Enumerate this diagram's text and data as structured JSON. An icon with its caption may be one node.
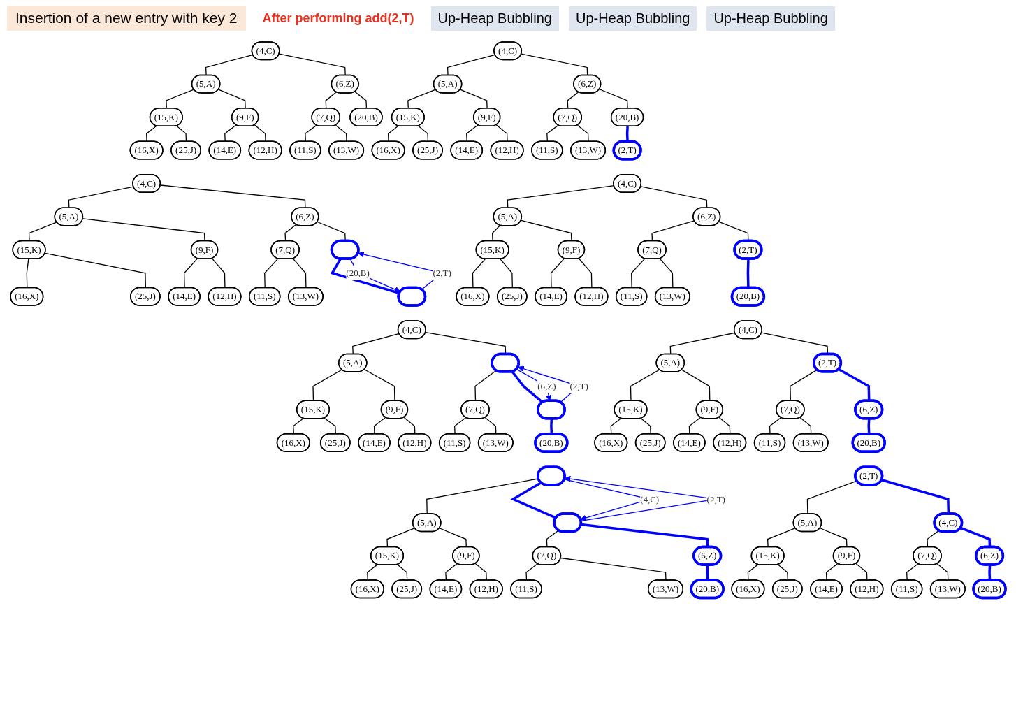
{
  "diagram": {
    "title": "Insertion of a new entry with key 2",
    "nodes": [
      {
        "text": [
          "(4,C)"
        ]
      },
      {
        "text": [
          "(5,A)"
        ]
      },
      {
        "text": [
          "(6,Z)"
        ]
      },
      {
        "text": [
          "(15,K)"
        ]
      },
      {
        "text": [
          "(9,F)"
        ]
      },
      {
        "text": [
          "(7,Q)"
        ]
      },
      {
        "text": [
          "(20,B)"
        ]
      },
      {
        "text": [
          "(16,X)"
        ]
      },
      {
        "text": [
          "(25,J)"
        ]
      },
      {
        "text": [
          "(14,E)"
        ]
      },
      {
        "text": [
          "(12,H)"
        ]
      },
      {
        "text": [
          "(11,S)"
        ]
      },
      {
        "text": [
          "(13,W)"
        ]
      },
      {
        "text": [
          "(4,C)"
        ]
      },
      {
        "text": [
          "(5,A)"
        ]
      },
      {
        "text": [
          "(6,Z)"
        ]
      },
      {
        "text": [
          "(15,K)"
        ]
      },
      {
        "text": [
          "(9,F)"
        ]
      },
      {
        "text": [
          "(7,Q)"
        ]
      },
      {
        "text": [
          "(20,B)"
        ]
      },
      {
        "text": [
          "(16,X)"
        ]
      },
      {
        "text": [
          "(25,J)"
        ]
      },
      {
        "text": [
          "(14,E)"
        ]
      },
      {
        "text": [
          "(12,H)"
        ]
      },
      {
        "text": [
          "(11,S)"
        ]
      },
      {
        "text": [
          "(13,W)"
        ]
      },
      {
        "text": [
          "(2,T)"
        ]
      },
      {
        "text": [
          "(4,C)"
        ]
      },
      {
        "text": [
          "(5,A)"
        ]
      },
      {
        "text": [
          "(6,Z)"
        ]
      },
      {
        "text": [
          "(15,K)"
        ]
      },
      {
        "text": [
          "(9,F)"
        ]
      },
      {
        "text": [
          "(7,Q)"
        ]
      },
      {
        "text": [],
        "shape": "ellipse"
      },
      {
        "text": [
          "(16,X)"
        ]
      },
      {
        "text": [
          "(25,J)"
        ]
      },
      {
        "text": [
          "(14,E)"
        ]
      },
      {
        "text": [
          "(12,H)"
        ]
      },
      {
        "text": [
          "(11,S)"
        ]
      },
      {
        "text": [
          "(13,W)"
        ]
      },
      {
        "text": [],
        "shape": "ellipse"
      },
      {
        "text": [
          "(4,C)"
        ]
      },
      {
        "text": [
          "(5,A)"
        ]
      },
      {
        "text": [
          "(6,Z)"
        ]
      },
      {
        "text": [
          "(15,K)"
        ]
      },
      {
        "text": [
          "(9,F)"
        ]
      },
      {
        "text": [
          "(7,Q)"
        ]
      },
      {
        "text": [
          "(2,T)"
        ]
      },
      {
        "text": [
          "(16,X)"
        ]
      },
      {
        "text": [
          "(25,J)"
        ]
      },
      {
        "text": [
          "(14,E)"
        ]
      },
      {
        "text": [
          "(12,H)"
        ]
      },
      {
        "text": [
          "(11,S)"
        ]
      },
      {
        "text": [
          "(13,W)"
        ]
      },
      {
        "text": [
          "(20,B)"
        ]
      },
      {
        "text": [
          "(4,C)"
        ]
      },
      {
        "text": [
          "(5,A)"
        ]
      },
      {
        "text": [],
        "shape": "ellipse"
      },
      {
        "text": [
          "(15,K)"
        ]
      },
      {
        "text": [
          "(9,F)"
        ]
      },
      {
        "text": [
          "(7,Q)"
        ]
      },
      {
        "text": [],
        "shape": "ellipse"
      },
      {
        "text": [
          "(16,X)"
        ]
      },
      {
        "text": [
          "(25,J)"
        ]
      },
      {
        "text": [
          "(14,E)"
        ]
      },
      {
        "text": [
          "(12,H)"
        ]
      },
      {
        "text": [
          "(11,S)"
        ]
      },
      {
        "text": [
          "(13,W)"
        ]
      },
      {
        "text": [
          "(20,B)"
        ]
      },
      {
        "text": [
          "(4,C)"
        ]
      },
      {
        "text": [
          "(5,A)"
        ]
      },
      {
        "text": [
          "(2,T)"
        ]
      },
      {
        "text": [
          "(15,K)"
        ]
      },
      {
        "text": [
          "(9,F)"
        ]
      },
      {
        "text": [
          "(7,Q)"
        ]
      },
      {
        "text": [
          "(6,Z)"
        ]
      },
      {
        "text": [
          "(16,X)"
        ]
      },
      {
        "text": [
          "(25,J)"
        ]
      },
      {
        "text": [
          "(14,E)"
        ]
      },
      {
        "text": [
          "(12,H)"
        ]
      },
      {
        "text": [
          "(11,S)"
        ]
      },
      {
        "text": [
          "(13,W)"
        ]
      },
      {
        "text": [
          "(20,B)"
        ]
      },
      {
        "text": [],
        "shape": "ellipse"
      },
      {
        "text": [
          "(5,A)"
        ]
      },
      {
        "text": [],
        "shape": "ellipse"
      },
      {
        "text": [
          "(15,K)"
        ]
      },
      {
        "text": [
          "(9,F)"
        ]
      },
      {
        "text": [
          "(7,Q)"
        ]
      },
      {
        "text": [
          "(6,Z)"
        ]
      },
      {
        "text": [
          "(16,X)"
        ]
      },
      {
        "text": [
          "(25,J)"
        ]
      },
      {
        "text": [
          "(14,E)"
        ]
      },
      {
        "text": [
          "(12,H)"
        ]
      },
      {
        "text": [
          "(11,S)"
        ]
      },
      {
        "text": [
          "(13,W)"
        ]
      },
      {
        "text": [
          "(20,B)"
        ]
      },
      {
        "text": [
          "(2,T)"
        ]
      },
      {
        "text": [
          "(5,A)"
        ]
      },
      {
        "text": [
          "(4,C)"
        ]
      },
      {
        "text": [
          "(15,K)"
        ]
      },
      {
        "text": [
          "(9,F)"
        ]
      },
      {
        "text": [
          "(7,Q)"
        ]
      },
      {
        "text": [
          "(6,Z)"
        ]
      },
      {
        "text": [
          "(16,X)"
        ]
      },
      {
        "text": [
          "(25,J)"
        ]
      },
      {
        "text": [
          "(14,E)"
        ]
      },
      {
        "text": [
          "(12,H)"
        ]
      },
      {
        "text": [
          "(11,S)"
        ]
      },
      {
        "text": [
          "(13,W)"
        ]
      },
      {
        "text": [
          "(20,B)"
        ]
      }
    ],
    "edges": [
      {
        "from": 0,
        "to": 1,
        "arrow": "none"
      },
      {
        "from": 0,
        "to": 2,
        "arrow": "none"
      },
      {
        "from": 1,
        "to": 3,
        "arrow": "none"
      },
      {
        "from": 1,
        "to": 4,
        "arrow": "none"
      },
      {
        "from": 2,
        "to": 5,
        "arrow": "none"
      },
      {
        "from": 2,
        "to": 6,
        "arrow": "none"
      },
      {
        "from": 3,
        "to": 7,
        "arrow": "none"
      },
      {
        "from": 3,
        "to": 8,
        "arrow": "none"
      },
      {
        "from": 4,
        "to": 9,
        "arrow": "none"
      },
      {
        "from": 4,
        "to": 10,
        "arrow": "none"
      },
      {
        "from": 5,
        "to": 11,
        "arrow": "none"
      },
      {
        "from": 5,
        "to": 12,
        "arrow": "none"
      },
      {
        "from": 13,
        "to": 14,
        "arrow": "none"
      },
      {
        "from": 13,
        "to": 15,
        "arrow": "none"
      },
      {
        "from": 14,
        "to": 16,
        "arrow": "none"
      },
      {
        "from": 14,
        "to": 17,
        "arrow": "none"
      },
      {
        "from": 15,
        "to": 18,
        "arrow": "none"
      },
      {
        "from": 15,
        "to": 19,
        "arrow": "none"
      },
      {
        "from": 16,
        "to": 20,
        "arrow": "none"
      },
      {
        "from": 16,
        "to": 21,
        "arrow": "none"
      },
      {
        "from": 17,
        "to": 22,
        "arrow": "none"
      },
      {
        "from": 17,
        "to": 23,
        "arrow": "none"
      },
      {
        "from": 18,
        "to": 24,
        "arrow": "none"
      },
      {
        "from": 18,
        "to": 25,
        "arrow": "none"
      },
      {
        "from": 19,
        "to": 26,
        "arrow": "none",
        "style": "thick",
        "color": "#0000ff"
      },
      {
        "from": 27,
        "to": 28,
        "arrow": "none"
      },
      {
        "from": 27,
        "to": 29,
        "arrow": "none"
      },
      {
        "from": 28,
        "to": 30,
        "arrow": "none"
      },
      {
        "from": 28,
        "to": 31,
        "arrow": "none"
      },
      {
        "from": 29,
        "to": 32,
        "arrow": "none"
      },
      {
        "from": 29,
        "to": 33,
        "arrow": "none"
      },
      {
        "from": 30,
        "to": 34,
        "arrow": "none"
      },
      {
        "from": 30,
        "to": 35,
        "arrow": "none"
      },
      {
        "from": 31,
        "to": 36,
        "arrow": "none"
      },
      {
        "from": 31,
        "to": 37,
        "arrow": "none"
      },
      {
        "from": 32,
        "to": 38,
        "arrow": "none"
      },
      {
        "from": 32,
        "to": 39,
        "arrow": "none"
      },
      {
        "from": 33,
        "to": 40,
        "arrow": "none",
        "style": "thick",
        "color": "#0000ff"
      },
      {
        "from": 33,
        "to": 40,
        "arrow": "to",
        "label": "(20,B)",
        "color": "#0000ff"
      },
      {
        "from": 40,
        "to": 33,
        "arrow": "to",
        "label": "(2,T)",
        "color": "#0000ff"
      },
      {
        "from": 41,
        "to": 42,
        "arrow": "none"
      },
      {
        "from": 41,
        "to": 43,
        "arrow": "none"
      },
      {
        "from": 42,
        "to": 44,
        "arrow": "none"
      },
      {
        "from": 42,
        "to": 45,
        "arrow": "none"
      },
      {
        "from": 43,
        "to": 46,
        "arrow": "none"
      },
      {
        "from": 43,
        "to": 47,
        "arrow": "none"
      },
      {
        "from": 44,
        "to": 48,
        "arrow": "none"
      },
      {
        "from": 44,
        "to": 49,
        "arrow": "none"
      },
      {
        "from": 45,
        "to": 50,
        "arrow": "none"
      },
      {
        "from": 45,
        "to": 51,
        "arrow": "none"
      },
      {
        "from": 46,
        "to": 52,
        "arrow": "none"
      },
      {
        "from": 46,
        "to": 53,
        "arrow": "none"
      },
      {
        "from": 47,
        "to": 54,
        "arrow": "none",
        "style": "thick",
        "color": "#0000ff"
      },
      {
        "from": 55,
        "to": 56,
        "arrow": "none"
      },
      {
        "from": 55,
        "to": 57,
        "arrow": "none"
      },
      {
        "from": 56,
        "to": 58,
        "arrow": "none"
      },
      {
        "from": 56,
        "to": 59,
        "arrow": "none"
      },
      {
        "from": 57,
        "to": 60,
        "arrow": "none"
      },
      {
        "from": 57,
        "to": 61,
        "arrow": "none",
        "style": "thick",
        "color": "#0000ff"
      },
      {
        "from": 58,
        "to": 62,
        "arrow": "none"
      },
      {
        "from": 58,
        "to": 63,
        "arrow": "none"
      },
      {
        "from": 59,
        "to": 64,
        "arrow": "none"
      },
      {
        "from": 59,
        "to": 65,
        "arrow": "none"
      },
      {
        "from": 60,
        "to": 66,
        "arrow": "none"
      },
      {
        "from": 60,
        "to": 67,
        "arrow": "none"
      },
      {
        "from": 61,
        "to": 68,
        "arrow": "none",
        "style": "thick",
        "color": "#0000ff"
      },
      {
        "from": 61,
        "to": 57,
        "arrow": "to",
        "label": "(2,T)",
        "color": "#0000ff"
      },
      {
        "from": 57,
        "to": 61,
        "arrow": "to",
        "label": "(6,Z)",
        "color": "#0000ff"
      },
      {
        "from": 69,
        "to": 70,
        "arrow": "none"
      },
      {
        "from": 69,
        "to": 71,
        "arrow": "none"
      },
      {
        "from": 70,
        "to": 72,
        "arrow": "none"
      },
      {
        "from": 70,
        "to": 73,
        "arrow": "none"
      },
      {
        "from": 71,
        "to": 74,
        "arrow": "none"
      },
      {
        "from": 71,
        "to": 75,
        "arrow": "none",
        "style": "thick",
        "color": "#0000ff"
      },
      {
        "from": 72,
        "to": 76,
        "arrow": "none"
      },
      {
        "from": 72,
        "to": 77,
        "arrow": "none"
      },
      {
        "from": 73,
        "to": 78,
        "arrow": "none"
      },
      {
        "from": 73,
        "to": 79,
        "arrow": "none"
      },
      {
        "from": 74,
        "to": 80,
        "arrow": "none"
      },
      {
        "from": 74,
        "to": 81,
        "arrow": "none"
      },
      {
        "from": 75,
        "to": 82,
        "arrow": "none",
        "style": "thick",
        "color": "#0000ff"
      },
      {
        "from": 83,
        "to": 84,
        "arrow": "none"
      },
      {
        "from": 83,
        "to": 85,
        "arrow": "none",
        "style": "thick",
        "color": "#0000ff"
      },
      {
        "from": 84,
        "to": 86,
        "arrow": "none"
      },
      {
        "from": 84,
        "to": 87,
        "arrow": "none"
      },
      {
        "from": 85,
        "to": 88,
        "arrow": "none"
      },
      {
        "from": 85,
        "to": 89,
        "arrow": "none",
        "style": "thick",
        "color": "#0000ff"
      },
      {
        "from": 86,
        "to": 90,
        "arrow": "none"
      },
      {
        "from": 86,
        "to": 91,
        "arrow": "none"
      },
      {
        "from": 87,
        "to": 92,
        "arrow": "none"
      },
      {
        "from": 87,
        "to": 93,
        "arrow": "none"
      },
      {
        "from": 88,
        "to": 94,
        "arrow": "none"
      },
      {
        "from": 88,
        "to": 95,
        "arrow": "none"
      },
      {
        "from": 89,
        "to": 96,
        "arrow": "none",
        "style": "thick",
        "color": "#0000ff"
      },
      {
        "from": 85,
        "to": 83,
        "arrow": "to",
        "label": "(2,T)",
        "color": "#0000ff"
      },
      {
        "from": 83,
        "to": 85,
        "arrow": "to",
        "label": "(4,C)",
        "color": "#0000ff"
      },
      {
        "from": 97,
        "to": 98,
        "arrow": "none"
      },
      {
        "from": 97,
        "to": 99,
        "arrow": "none",
        "style": "thick",
        "color": "#0000ff"
      },
      {
        "from": 98,
        "to": 100,
        "arrow": "none"
      },
      {
        "from": 98,
        "to": 101,
        "arrow": "none"
      },
      {
        "from": 99,
        "to": 102,
        "arrow": "none"
      },
      {
        "from": 99,
        "to": 103,
        "arrow": "none",
        "style": "thick",
        "color": "#0000ff"
      },
      {
        "from": 100,
        "to": 104,
        "arrow": "none"
      },
      {
        "from": 100,
        "to": 105,
        "arrow": "none"
      },
      {
        "from": 101,
        "to": 106,
        "arrow": "none"
      },
      {
        "from": 101,
        "to": 107,
        "arrow": "none"
      },
      {
        "from": 102,
        "to": 108,
        "arrow": "none"
      },
      {
        "from": 102,
        "to": 109,
        "arrow": "none"
      },
      {
        "from": 103,
        "to": 110,
        "arrow": "none",
        "style": "thick",
        "color": "#0000ff"
      }
    ],
    "labels": [
      "After performing add(2,T)",
      "Up-Heap Bubbling",
      "Up-Heap Bubbling",
      "Up-Heap Bubbling"
    ]
  }
}
